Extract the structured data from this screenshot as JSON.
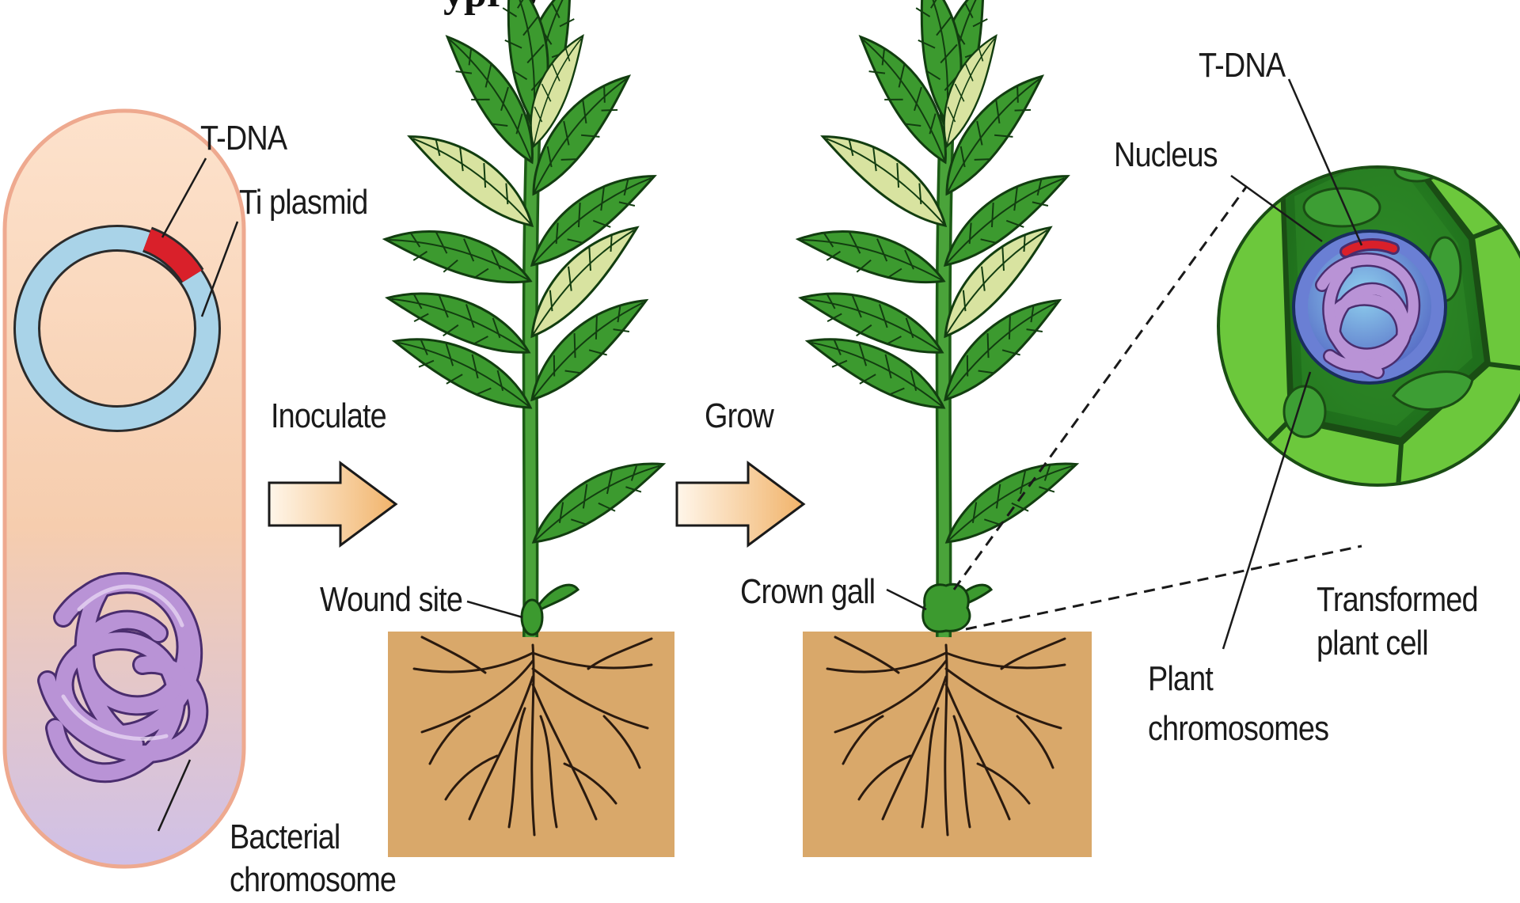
{
  "header": {
    "partial_title": "ypr p"
  },
  "labels": {
    "t_dna_bacterium": "T-DNA",
    "ti_plasmid": "Ti plasmid",
    "bacterial_chromosome_line1": "Bacterial",
    "bacterial_chromosome_line2": "chromosome",
    "inoculate": "Inoculate",
    "grow": "Grow",
    "wound_site": "Wound site",
    "crown_gall": "Crown gall",
    "t_dna_cell": "T-DNA",
    "nucleus": "Nucleus",
    "transformed_line1": "Transformed",
    "transformed_line2": "plant cell",
    "plant_chromosomes_line1": "Plant",
    "plant_chromosomes_line2": "chromosomes"
  },
  "colors": {
    "bacterium_fill_top": "#fbd6b8",
    "bacterium_fill_bottom": "#d9c5e6",
    "plasmid": "#a9d3e8",
    "t_dna": "#d9202a",
    "chromosome": "#b48fd3",
    "leaf": "#2f8a2a",
    "soil": "#d9a86a",
    "arrow_fill": "#f7c98a",
    "cell_green": "#3a9c2e",
    "cell_bright": "#6cc83c",
    "nucleus": "#7a8ed9"
  }
}
